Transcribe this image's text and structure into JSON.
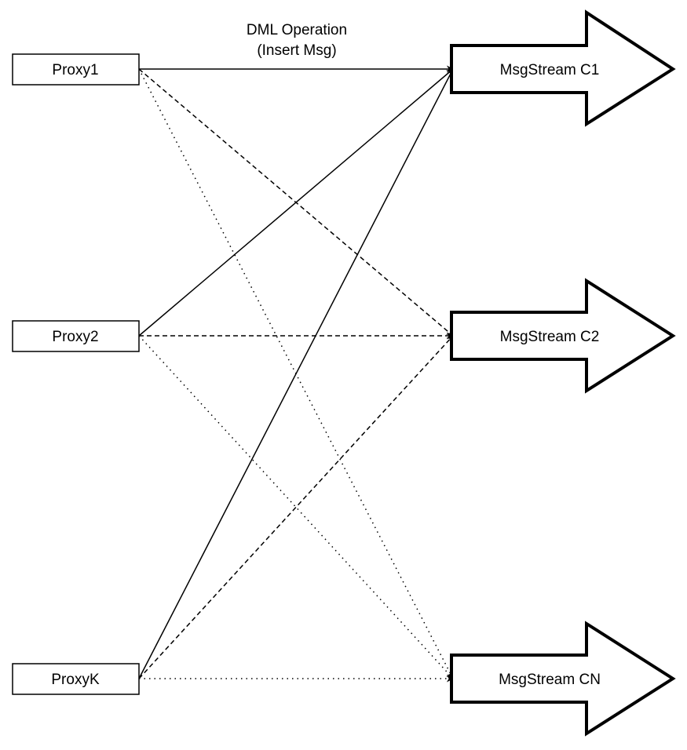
{
  "edge_label": {
    "line1": "DML Operation",
    "line2": "(Insert Msg)"
  },
  "proxies": [
    {
      "label": "Proxy1"
    },
    {
      "label": "Proxy2"
    },
    {
      "label": "ProxyK"
    }
  ],
  "streams": [
    {
      "label": "MsgStream C1"
    },
    {
      "label": "MsgStream C2"
    },
    {
      "label": "MsgStream CN"
    }
  ],
  "edges": [
    {
      "from": "Proxy1",
      "to": "MsgStream C1",
      "style": "solid"
    },
    {
      "from": "Proxy1",
      "to": "MsgStream C2",
      "style": "dashed"
    },
    {
      "from": "Proxy1",
      "to": "MsgStream CN",
      "style": "dotted"
    },
    {
      "from": "Proxy2",
      "to": "MsgStream C1",
      "style": "solid"
    },
    {
      "from": "Proxy2",
      "to": "MsgStream C2",
      "style": "dashed"
    },
    {
      "from": "Proxy2",
      "to": "MsgStream CN",
      "style": "dotted"
    },
    {
      "from": "ProxyK",
      "to": "MsgStream C1",
      "style": "solid"
    },
    {
      "from": "ProxyK",
      "to": "MsgStream C2",
      "style": "dashed"
    },
    {
      "from": "ProxyK",
      "to": "MsgStream CN",
      "style": "dotted"
    }
  ],
  "colors": {
    "stroke": "#000000",
    "fill": "#ffffff"
  }
}
